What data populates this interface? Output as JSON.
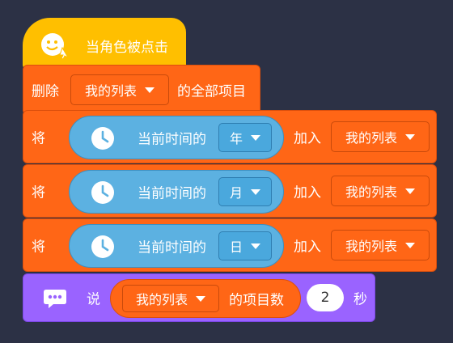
{
  "hat": {
    "label": "当角色被点击"
  },
  "delete_all": {
    "prefix": "删除",
    "list": "我的列表",
    "suffix": "的全部项目"
  },
  "add_rows": [
    {
      "verb": "将",
      "reporter": "当前时间的",
      "unit": "年",
      "action": "加入",
      "list": "我的列表"
    },
    {
      "verb": "将",
      "reporter": "当前时间的",
      "unit": "月",
      "action": "加入",
      "list": "我的列表"
    },
    {
      "verb": "将",
      "reporter": "当前时间的",
      "unit": "日",
      "action": "加入",
      "list": "我的列表"
    }
  ],
  "say": {
    "verb": "说",
    "list": "我的列表",
    "length_label": "的项目数",
    "seconds": "2",
    "unit": "秒"
  },
  "colors": {
    "background": "#2c3145",
    "events": "#ffbf00",
    "data_list": "#ff6616",
    "sensing": "#5cb1e1",
    "looks": "#9a63ff"
  },
  "icons": {
    "hat": "sprite-click-icon",
    "sensing": "clock-icon",
    "say": "speech-bubble-icon",
    "dropdown": "triangle-down-icon"
  }
}
